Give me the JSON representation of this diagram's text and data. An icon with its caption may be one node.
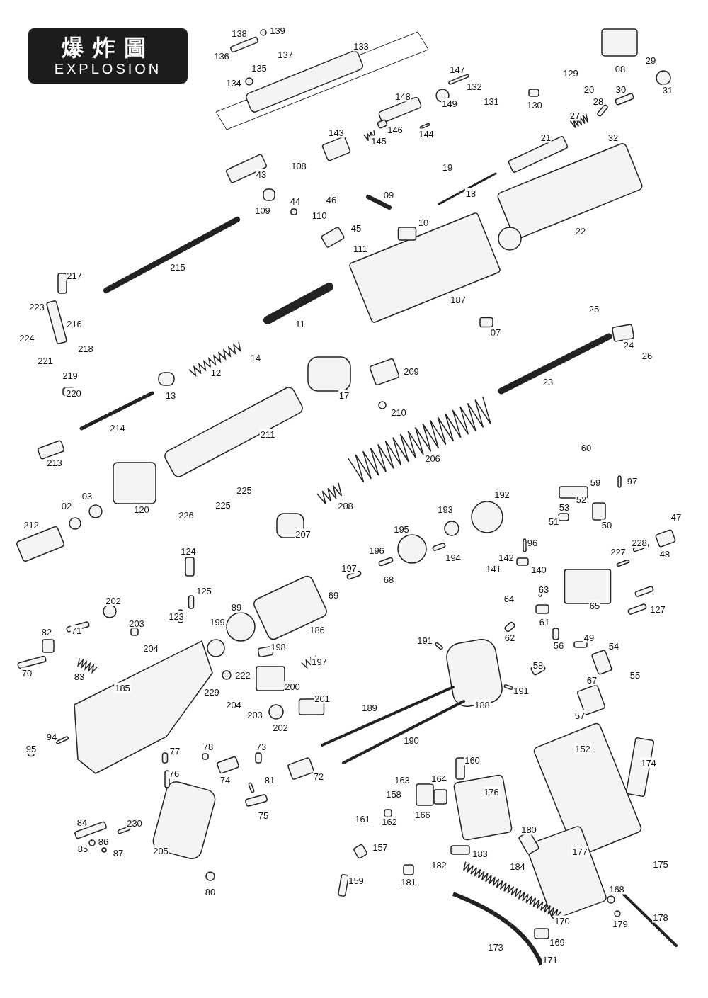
{
  "diagram": {
    "nodes": [
      {
        "text": [
          "爆炸圖",
          "EXPLOSION"
        ]
      }
    ],
    "labels": [
      "138",
      "139",
      "133",
      "136",
      "137",
      "135",
      "08",
      "29",
      "31",
      "147",
      "129",
      "134",
      "20",
      "30",
      "132",
      "148",
      "149",
      "131",
      "130",
      "28",
      "27",
      "143",
      "146",
      "144",
      "145",
      "21",
      "32",
      "108",
      "43",
      "19",
      "09",
      "18",
      "44",
      "46",
      "109",
      "110",
      "10",
      "22",
      "45",
      "111",
      "215",
      "217",
      "187",
      "25",
      "223",
      "216",
      "11",
      "07",
      "224",
      "218",
      "24",
      "26",
      "14",
      "221",
      "219",
      "12",
      "209",
      "13",
      "17",
      "23",
      "220",
      "210",
      "214",
      "211",
      "60",
      "213",
      "206",
      "97",
      "59",
      "225",
      "192",
      "52",
      "53",
      "03",
      "02",
      "120",
      "225",
      "208",
      "193",
      "47",
      "226",
      "51",
      "50",
      "212",
      "207",
      "195",
      "96",
      "228",
      "227",
      "48",
      "124",
      "196",
      "194",
      "142",
      "141",
      "140",
      "197",
      "68",
      "69",
      "125",
      "63",
      "89",
      "64",
      "202",
      "127",
      "65",
      "123",
      "199",
      "186",
      "61",
      "71",
      "203",
      "82",
      "204",
      "62",
      "191",
      "49",
      "56",
      "54",
      "198",
      "197",
      "70",
      "83",
      "58",
      "222",
      "55",
      "185",
      "229",
      "200",
      "191",
      "67",
      "188",
      "201",
      "204",
      "189",
      "203",
      "57",
      "202",
      "94",
      "190",
      "95",
      "152",
      "77",
      "78",
      "73",
      "160",
      "174",
      "76",
      "74",
      "72",
      "81",
      "163",
      "164",
      "176",
      "158",
      "75",
      "166",
      "161",
      "162",
      "84",
      "230",
      "180",
      "86",
      "85",
      "87",
      "205",
      "157",
      "183",
      "177",
      "184",
      "182",
      "175",
      "181",
      "159",
      "168",
      "80",
      "170",
      "178",
      "179",
      "169",
      "173",
      "171"
    ]
  }
}
